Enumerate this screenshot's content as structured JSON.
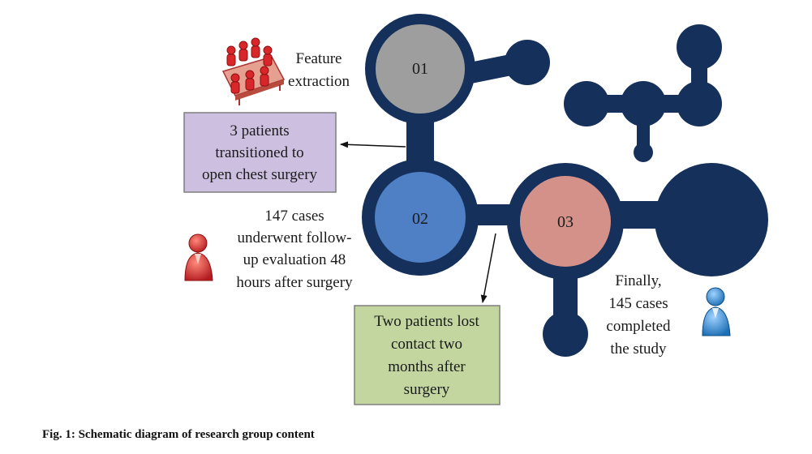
{
  "nodes": [
    {
      "label": "01",
      "fill": "#9e9e9e"
    },
    {
      "label": "02",
      "fill": "#4f7fc4"
    },
    {
      "label": "03",
      "fill": "#d4918a"
    }
  ],
  "annotations": {
    "feature_extraction": [
      "Feature",
      "extraction"
    ],
    "open_chest": [
      "3 patients",
      "transitioned to",
      "open chest surgery"
    ],
    "follow_up": [
      "147 cases",
      "underwent follow-",
      "up evaluation 48",
      "hours after surgery"
    ],
    "lost_contact": [
      "Two patients lost",
      "contact two",
      "months after",
      "surgery"
    ],
    "completed": [
      "Finally,",
      "145 cases",
      "completed",
      "the study"
    ]
  },
  "caption": "Fig. 1: Schematic diagram of research group content",
  "colors": {
    "network": "#15305a",
    "purple_box": "#cdbfe0",
    "green_box": "#c3d6a0",
    "box_border": "#7f7f7f",
    "person_red": "#d9262a",
    "person_blue": "#2a8fd6"
  },
  "icons": [
    "meeting-table-icon",
    "person-red-icon",
    "person-blue-icon"
  ]
}
